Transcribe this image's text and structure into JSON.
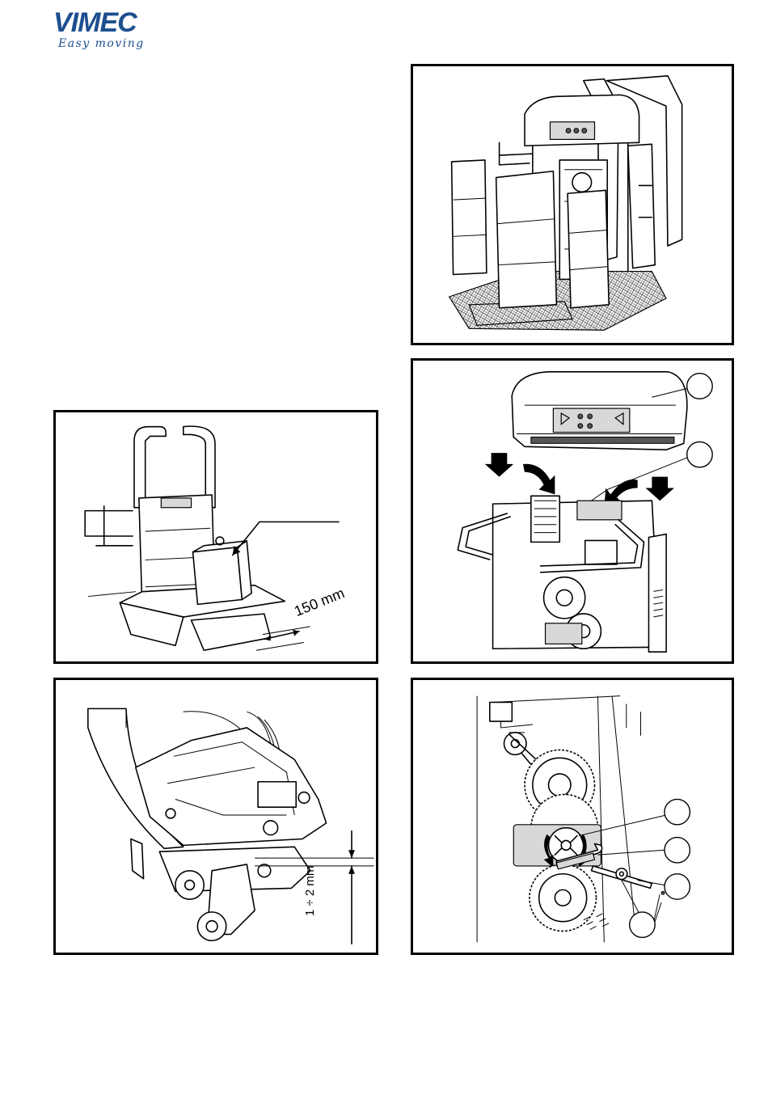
{
  "header": {
    "logo_word": "VIMEC",
    "logo_tagline": "Easy moving"
  },
  "figures": {
    "weight_test": {
      "dimension_label": "150 mm"
    },
    "skid_gap": {
      "dimension_label": "1 ÷ 2 mm"
    }
  }
}
